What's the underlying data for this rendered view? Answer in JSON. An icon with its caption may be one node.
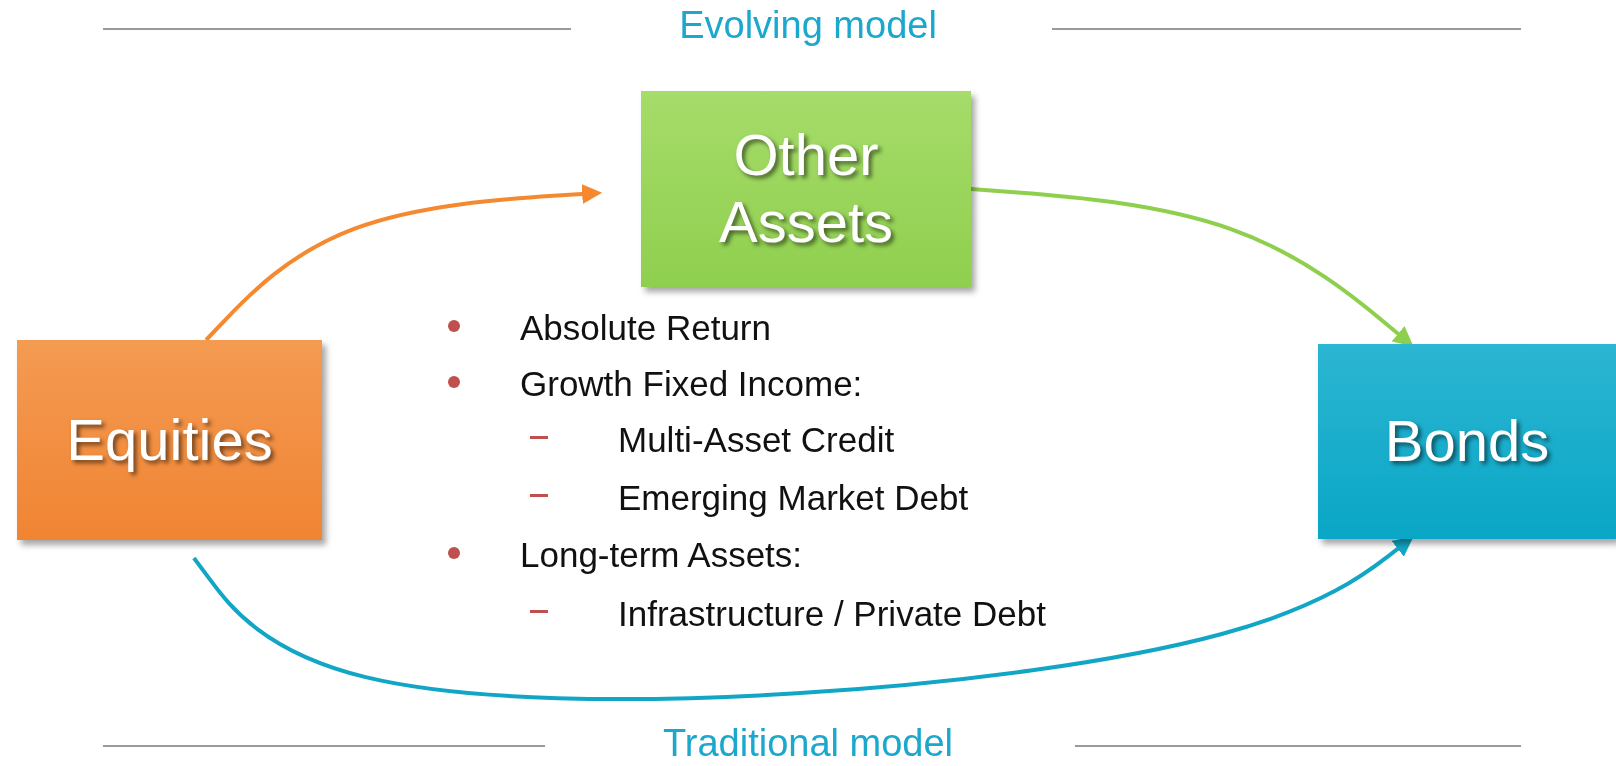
{
  "diagram": {
    "nodes": [
      {
        "text": [
          "Other Assets"
        ]
      },
      {
        "text": [
          "Equities"
        ]
      },
      {
        "text": [
          "Bonds"
        ]
      }
    ],
    "edges": [
      {
        "from": 1,
        "to": 0,
        "arrow": "to",
        "color": "#f4892f"
      },
      {
        "from": 0,
        "to": 2,
        "arrow": "to",
        "color": "#8fcf4e"
      },
      {
        "from": 1,
        "to": 2,
        "arrow": "to",
        "color": "#12a6c6"
      }
    ],
    "labels": [
      "Evolving model",
      "Absolute Return",
      "Growth Fixed Income:",
      "Multi-Asset Credit",
      "Emerging Market Debt",
      "Long-term Assets:",
      "Infrastructure / Private Debt",
      "Traditional model"
    ]
  }
}
